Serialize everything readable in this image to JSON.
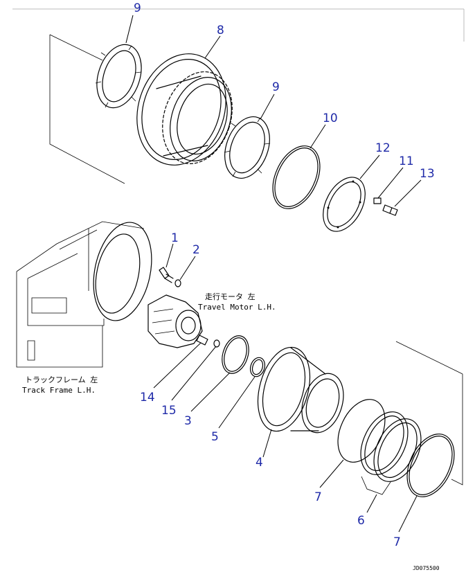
{
  "drawing_code": "JD075500",
  "captions": {
    "travel_motor_jp": "走行モータ 左",
    "travel_motor_en": "Travel Motor L.H.",
    "track_frame_jp": "トラックフレーム 左",
    "track_frame_en": "Track Frame L.H."
  },
  "callouts": {
    "p1": "1",
    "p2": "2",
    "p3": "3",
    "p4": "4",
    "p5": "5",
    "p6": "6",
    "p7a": "7",
    "p7b": "7",
    "p8": "8",
    "p9a": "9",
    "p9b": "9",
    "p10": "10",
    "p11": "11",
    "p12": "12",
    "p13": "13",
    "p14": "14",
    "p15": "15"
  },
  "colors": {
    "callout": "#1f2aa8",
    "line": "#000000"
  }
}
